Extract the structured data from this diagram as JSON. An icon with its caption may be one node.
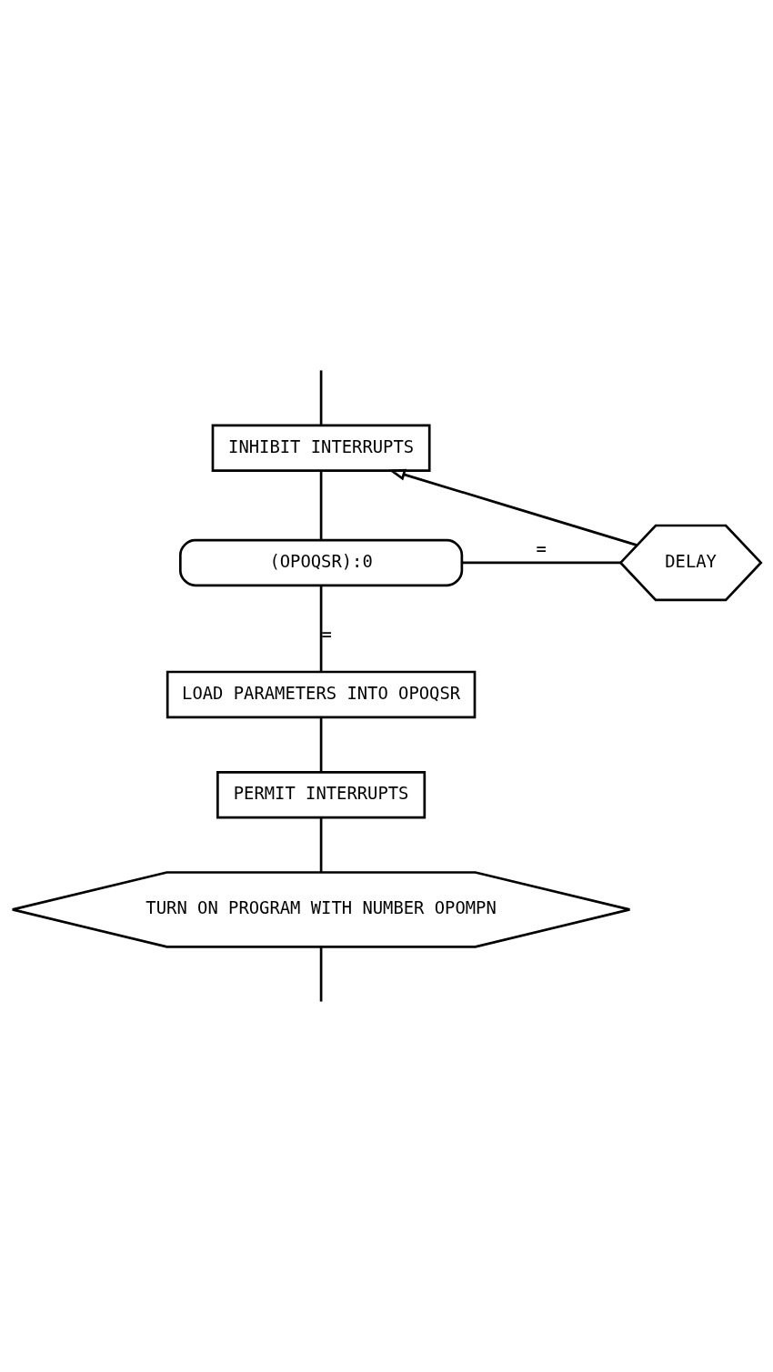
{
  "diagram": {
    "nodes": [
      {
        "text": [
          "INHIBIT INTERRUPTS"
        ]
      },
      {
        "text": [
          "(OPOQSR):0"
        ]
      },
      {
        "text": [
          "DELAY"
        ]
      },
      {
        "text": [
          "LOAD PARAMETERS INTO OPOQSR"
        ]
      },
      {
        "text": [
          "PERMIT INTERRUPTS"
        ]
      },
      {
        "text": [
          "TURN ON PROGRAM WITH NUMBER OPOMPN"
        ]
      }
    ],
    "edges": [
      {
        "from": null,
        "to": 0,
        "arrow": "none"
      },
      {
        "from": 0,
        "to": 1,
        "arrow": "none"
      },
      {
        "from": 1,
        "to": 2,
        "arrow": "none",
        "label": "="
      },
      {
        "from": 2,
        "to": 0,
        "arrow": "to"
      },
      {
        "from": 1,
        "to": 3,
        "arrow": "none",
        "label": "="
      },
      {
        "from": 3,
        "to": 4,
        "arrow": "none"
      },
      {
        "from": 4,
        "to": 5,
        "arrow": "none"
      },
      {
        "from": 5,
        "to": null,
        "arrow": "none"
      }
    ]
  }
}
